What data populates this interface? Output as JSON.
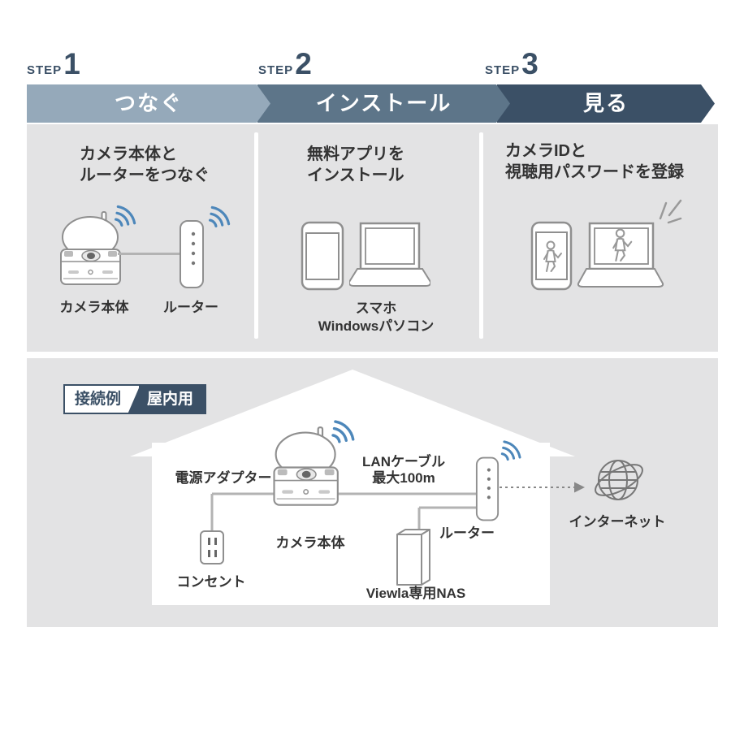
{
  "steps": [
    {
      "label": "STEP",
      "number": "1",
      "banner": "つなぐ",
      "desc_line1": "カメラ本体と",
      "desc_line2": "ルーターをつなぐ",
      "caption1": "カメラ本体",
      "caption2": "ルーター"
    },
    {
      "label": "STEP",
      "number": "2",
      "banner": "インストール",
      "desc_line1": "無料アプリを",
      "desc_line2": "インストール",
      "caption1": "スマホ",
      "caption2": "Windowsパソコン"
    },
    {
      "label": "STEP",
      "number": "3",
      "banner": "見る",
      "desc_line1": "カメラIDと",
      "desc_line2": "視聴用パスワードを登録"
    }
  ],
  "connection_example": {
    "badge_left": "接続例",
    "badge_right": "屋内用",
    "power_adapter_label": "電源アダプター",
    "camera_label": "カメラ本体",
    "lan_cable_line1": "LANケーブル",
    "lan_cable_line2": "最大100m",
    "router_label": "ルーター",
    "outlet_label": "コンセント",
    "nas_label": "Viewla専用NAS",
    "internet_label": "インターネット"
  },
  "colors": {
    "banner_step1": "#95a9ba",
    "banner_step2": "#5d7589",
    "banner_step3": "#3b5066",
    "navy_text": "#3b5066",
    "panel_gray": "#e3e3e4",
    "body_text": "#333333",
    "wifi_blue": "#4d87ba",
    "outline_gray": "#8f8f8f",
    "cable_gray": "#b3b3b3"
  }
}
